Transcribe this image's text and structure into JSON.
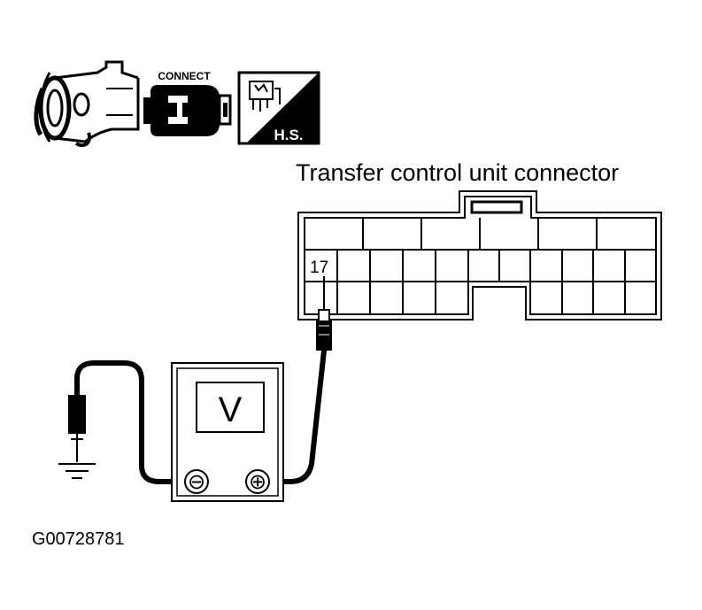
{
  "header_icons": {
    "engine": "engine-icon",
    "connect_label": "CONNECT",
    "connector": "connector-icon",
    "hs_label": "H.S.",
    "harness": "harness-icon"
  },
  "connector": {
    "title": "Transfer control unit connector",
    "pin_label": "17"
  },
  "meter": {
    "display": "V",
    "negative": "⊖",
    "positive": "⊕"
  },
  "ground": "ground-icon",
  "figure_id": "G00728781",
  "colors": {
    "ink": "#000000",
    "paper": "#ffffff"
  }
}
